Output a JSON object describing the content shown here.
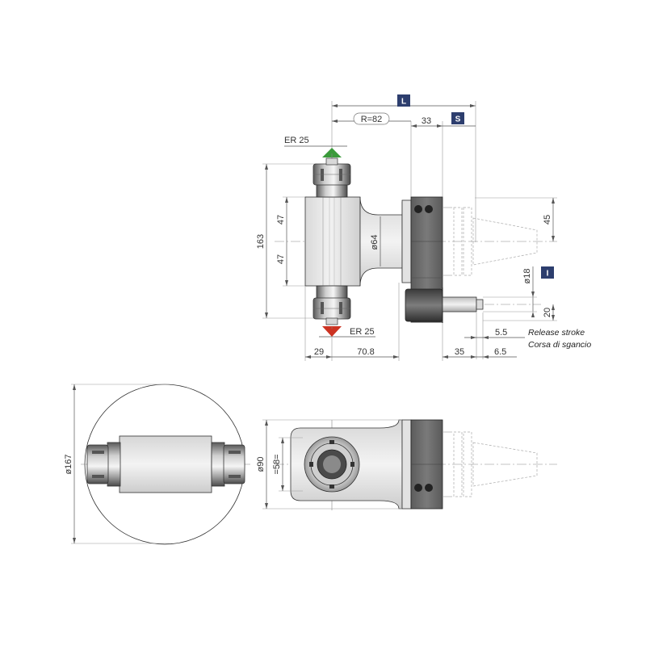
{
  "badges": {
    "L": "L",
    "S": "S",
    "I": "I",
    "color": "#2d3e6e"
  },
  "markers": {
    "up_color": "#3a9a3a",
    "down_color": "#cc3322"
  },
  "dimensions": {
    "r82": "R=82",
    "d33": "33",
    "er25_top": "ER 25",
    "er25_bottom": "ER 25",
    "d163": "163",
    "d47a": "47",
    "d47b": "47",
    "d64": "ø64",
    "d45": "45",
    "d18": "ø18",
    "d20": "20",
    "d55": "5.5",
    "d29": "29",
    "d708": "70.8",
    "d35": "35",
    "d65": "6.5",
    "d167": "ø167",
    "d90": "ø90",
    "d58": "=58="
  },
  "notes": {
    "release_en": "Release stroke",
    "release_it": "Corsa di sgancio"
  },
  "colors": {
    "body_fill": "#e6e6e6",
    "flange_fill": "#6e6e6e",
    "line": "#333333"
  }
}
